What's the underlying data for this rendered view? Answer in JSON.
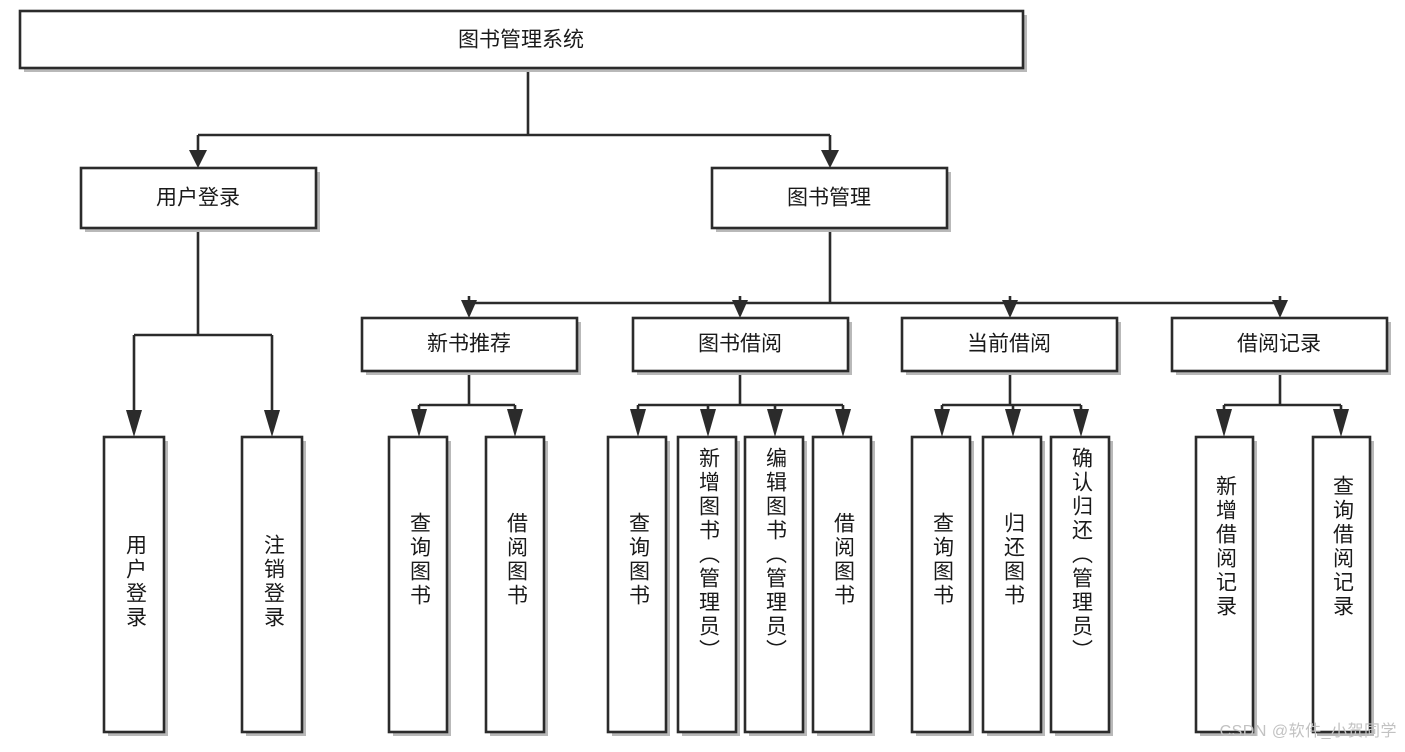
{
  "diagram": {
    "title": "图书管理系统",
    "watermark": "CSDN @软件_小贺同学",
    "orientation": "top-down",
    "node_fill": "#ffffff",
    "node_stroke": "#2b2b2b",
    "text_color": "#1a1a1a",
    "watermark_color": "#c2c2c2",
    "levels": [
      {
        "level": 1,
        "nodes": [
          {
            "id": "root",
            "label": "图书管理系统",
            "text_orientation": "horizontal"
          }
        ]
      },
      {
        "level": 2,
        "nodes": [
          {
            "id": "user_login",
            "label": "用户登录",
            "parent": "root",
            "text_orientation": "horizontal"
          },
          {
            "id": "book_manage",
            "label": "图书管理",
            "parent": "root",
            "text_orientation": "horizontal"
          }
        ]
      },
      {
        "level": 3,
        "nodes": [
          {
            "id": "new_book_rec",
            "label": "新书推荐",
            "parent": "book_manage",
            "text_orientation": "horizontal"
          },
          {
            "id": "book_borrow",
            "label": "图书借阅",
            "parent": "book_manage",
            "text_orientation": "horizontal"
          },
          {
            "id": "current_borrow",
            "label": "当前借阅",
            "parent": "book_manage",
            "text_orientation": "horizontal"
          },
          {
            "id": "borrow_record",
            "label": "借阅记录",
            "parent": "book_manage",
            "text_orientation": "horizontal"
          }
        ]
      },
      {
        "level": 4,
        "nodes": [
          {
            "id": "leaf_user_login",
            "label": "用户登录",
            "parent": "user_login",
            "text_orientation": "vertical"
          },
          {
            "id": "leaf_logout",
            "label": "注销登录",
            "parent": "user_login",
            "text_orientation": "vertical"
          },
          {
            "id": "leaf_query_book_1",
            "label": "查询图书",
            "parent": "new_book_rec",
            "text_orientation": "vertical"
          },
          {
            "id": "leaf_borrow_book_1",
            "label": "借阅图书",
            "parent": "new_book_rec",
            "text_orientation": "vertical"
          },
          {
            "id": "leaf_query_book_2",
            "label": "查询图书",
            "parent": "book_borrow",
            "text_orientation": "vertical"
          },
          {
            "id": "leaf_add_book",
            "label": "新增图书（管理员）",
            "parent": "book_borrow",
            "text_orientation": "vertical"
          },
          {
            "id": "leaf_edit_book",
            "label": "编辑图书（管理员）",
            "parent": "book_borrow",
            "text_orientation": "vertical"
          },
          {
            "id": "leaf_borrow_book_2",
            "label": "借阅图书",
            "parent": "book_borrow",
            "text_orientation": "vertical"
          },
          {
            "id": "leaf_query_book_3",
            "label": "查询图书",
            "parent": "current_borrow",
            "text_orientation": "vertical"
          },
          {
            "id": "leaf_return_book",
            "label": "归还图书",
            "parent": "current_borrow",
            "text_orientation": "vertical"
          },
          {
            "id": "leaf_confirm_return",
            "label": "确认归还（管理员）",
            "parent": "current_borrow",
            "text_orientation": "vertical"
          },
          {
            "id": "leaf_add_record",
            "label": "新增借阅记录",
            "parent": "borrow_record",
            "text_orientation": "vertical"
          },
          {
            "id": "leaf_query_record",
            "label": "查询借阅记录",
            "parent": "borrow_record",
            "text_orientation": "vertical"
          }
        ]
      }
    ]
  }
}
